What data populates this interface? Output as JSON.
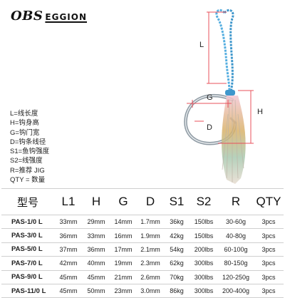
{
  "brand": {
    "mark": "OBS",
    "word": "EGGION"
  },
  "diagram": {
    "labels": {
      "L": "L",
      "H": "H",
      "G": "G",
      "D": "D"
    },
    "colors": {
      "dimension_line": "#e8505b",
      "line_loop": "#55aee0",
      "hook_metal": "#8e9aa3"
    }
  },
  "legend": [
    "L=线长度",
    "H=钩身高",
    "G=钩门宽",
    "D=钩条线径",
    "S1=鱼钩强度",
    "S2=线强度",
    "R=推荐 JIG",
    "QTY = 数量"
  ],
  "table": {
    "headers": [
      "型号",
      "L1",
      "H",
      "G",
      "D",
      "S1",
      "S2",
      "R",
      "QTY"
    ],
    "rows": [
      [
        "PAS-1/0 L",
        "33mm",
        "29mm",
        "14mm",
        "1.7mm",
        "36kg",
        "150lbs",
        "30-60g",
        "3pcs"
      ],
      [
        "PAS-3/0 L",
        "36mm",
        "33mm",
        "16mm",
        "1.9mm",
        "42kg",
        "150lbs",
        "40-80g",
        "3pcs"
      ],
      [
        "PAS-5/0 L",
        "37mm",
        "36mm",
        "17mm",
        "2.1mm",
        "54kg",
        "200lbs",
        "60-100g",
        "3pcs"
      ],
      [
        "PAS-7/0 L",
        "42mm",
        "40mm",
        "19mm",
        "2.3mm",
        "62kg",
        "300lbs",
        "80-150g",
        "3pcs"
      ],
      [
        "PAS-9/0 L",
        "45mm",
        "45mm",
        "21mm",
        "2.6mm",
        "70kg",
        "300lbs",
        "120-250g",
        "3pcs"
      ],
      [
        "PAS-11/0 L",
        "45mm",
        "50mm",
        "23mm",
        "3.0mm",
        "86kg",
        "300lbs",
        "200-400g",
        "3pcs"
      ]
    ]
  }
}
